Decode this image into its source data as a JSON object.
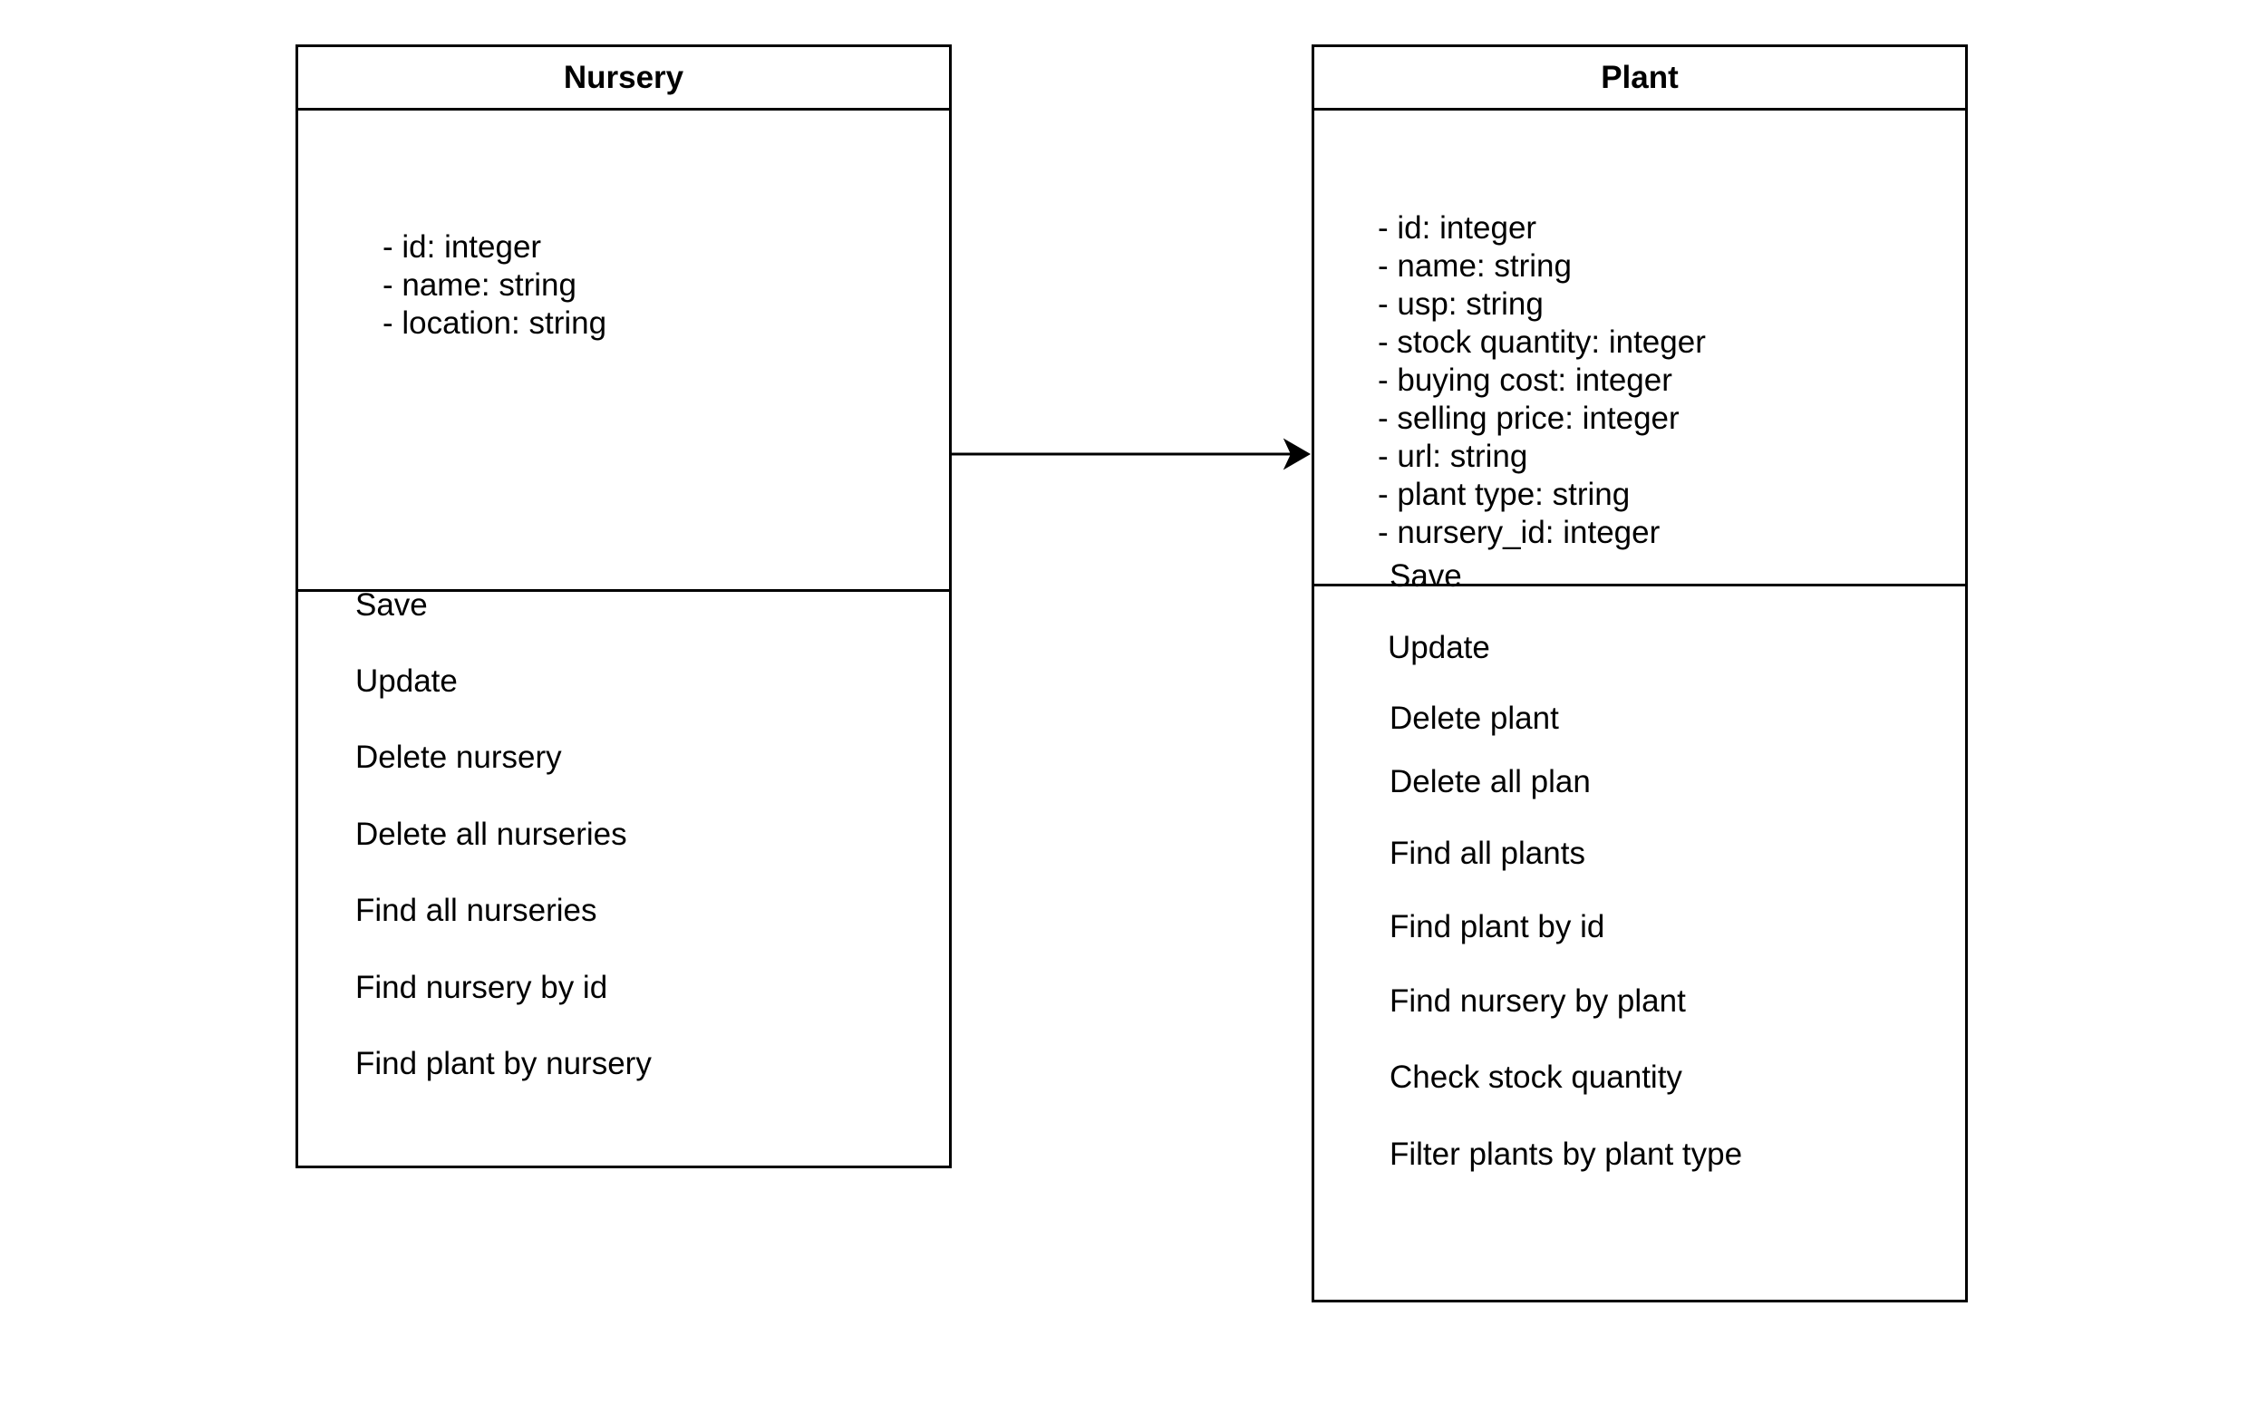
{
  "nursery": {
    "title": "Nursery",
    "attributes": [
      "- id: integer",
      "- name: string",
      "- location: string"
    ],
    "methods": [
      "Save",
      "Update",
      "Delete nursery",
      "Delete all nurseries",
      "Find all nurseries",
      "Find nursery by id",
      "Find plant by nursery"
    ]
  },
  "plant": {
    "title": "Plant",
    "attributes": [
      "- id: integer",
      "- name: string",
      "- usp: string",
      "- stock quantity: integer",
      "- buying cost: integer",
      "- selling price: integer",
      "- url: string",
      "- plant type: string",
      "- nursery_id: integer"
    ],
    "methods": [
      "Save",
      "Update",
      "Delete plant",
      "Delete all plan",
      "Find all plants",
      "Find plant by id",
      "Find nursery by plant",
      "Check stock quantity",
      "Filter plants by plant type"
    ]
  }
}
